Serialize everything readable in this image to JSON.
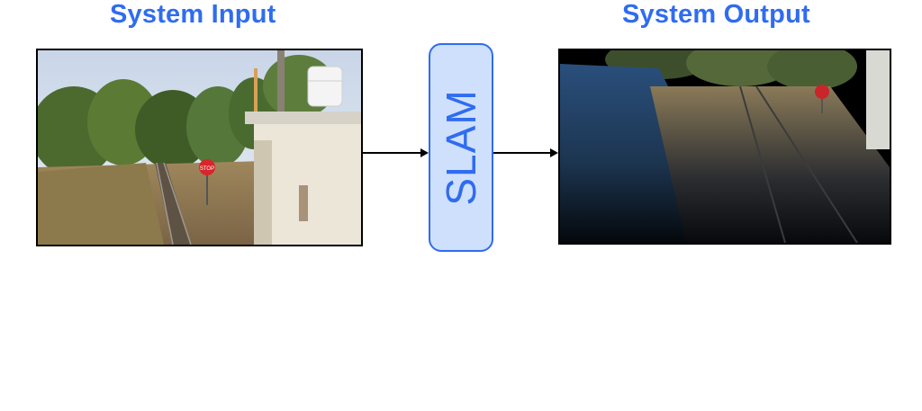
{
  "input": {
    "title": "System Input"
  },
  "output": {
    "title": "System Output"
  },
  "process": {
    "label": "SLAM"
  },
  "scene": {
    "sign_text": "STOP"
  },
  "colors": {
    "accent": "#2f6cf0",
    "block_fill": "#cfe0fd",
    "point_cloud_blue": "#1f3f66"
  }
}
